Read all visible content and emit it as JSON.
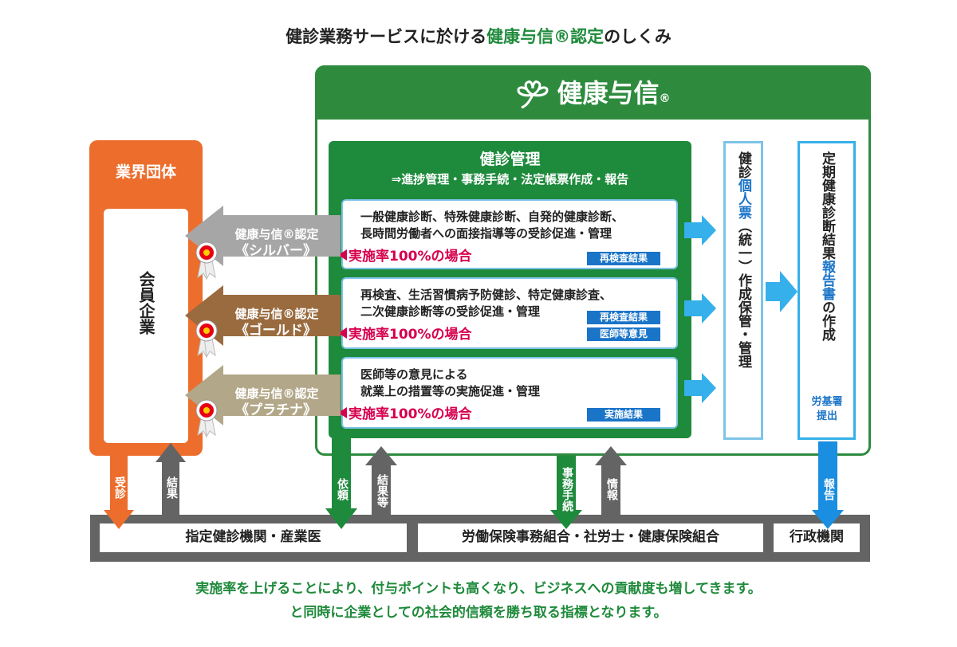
{
  "title": {
    "prefix": "健診業務サービスに於ける",
    "highlight": "健康与信®認定",
    "suffix": "のしくみ"
  },
  "kenko_yoshin": {
    "name": "健康与信",
    "mark": "®",
    "icon": "clover-icon"
  },
  "management": {
    "title": "健診管理",
    "subtitle": "⇒進捗管理・事務手続・法定帳票作成・報告",
    "items": [
      {
        "lines": [
          "一般健康診断、特殊健康診断、自発的健康診断、",
          "長時間労働者への面接指導等の受診促進・管理"
        ],
        "rate": "実施率100%の場合",
        "tags": [
          "再検査結果"
        ]
      },
      {
        "lines": [
          "再検査、生活習慣病予防健診、特定健康診査、",
          "二次健康診断等の受診促進・管理"
        ],
        "rate": "実施率100%の場合",
        "tags": [
          "再検査結果",
          "医師等意見"
        ]
      },
      {
        "lines": [
          "医師等の意見による",
          "就業上の措置等の実施促進・管理"
        ],
        "rate": "実施率100%の場合",
        "tags": [
          "実施結果"
        ]
      }
    ]
  },
  "certifications": [
    {
      "line1": "健康与信®認定",
      "line2": "《シルバー》",
      "color": "#a6a6a6"
    },
    {
      "line1": "健康与信®認定",
      "line2": "《ゴールド》",
      "color": "#9a6b3f"
    },
    {
      "line1": "健康与信®認定",
      "line2": "《プラチナ》",
      "color": "#b2a788"
    }
  ],
  "kojin_box": {
    "pre": "健診",
    "blue": "個人票",
    "post": "（統一）作成保管・管理"
  },
  "teiki_box": {
    "pre": "定期健康診断結果",
    "blue": "報告書",
    "post": "の作成",
    "submit": "労基署提出"
  },
  "gyokai": {
    "title": "業界団体",
    "member": "会員企業"
  },
  "connectors": {
    "jushin": "受診",
    "kekka1": "結果",
    "irai": "依頼",
    "kekka_to": "結果等",
    "jimu": "事務手続",
    "joho": "情報",
    "hokoku": "報告"
  },
  "bottom": {
    "left": "指定健診機関・産業医",
    "middle": "労働保険事務組合・社労士・健康保険組合",
    "right": "行政機関"
  },
  "footer": {
    "line1": "実施率を上げることにより、付与ポイントも高くなり、ビジネスへの貢献度も増してきます。",
    "line2": "と同時に企業としての社会的信頼を勝ち取る指標となります。"
  },
  "colors": {
    "green": "#2e8b3e",
    "dark_green": "#1e8a3c",
    "orange": "#ec6d2c",
    "blue": "#35b0ea",
    "magenta": "#d7004e",
    "gray": "#646464"
  }
}
